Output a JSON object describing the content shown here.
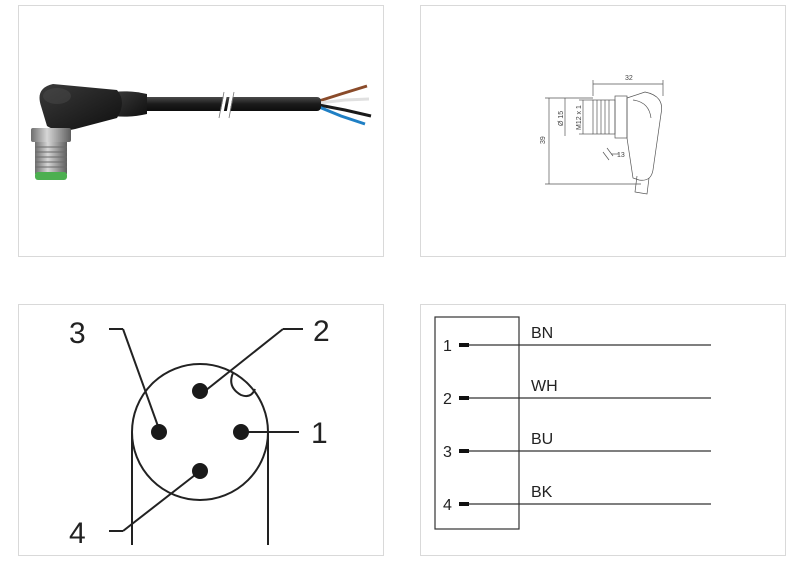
{
  "photo": {
    "wire_colors": [
      "#8a4b2a",
      "#e8e8e8",
      "#1a1a1a",
      "#1f7fc4"
    ],
    "cable_color": "#1b1b1b",
    "thread_color": "#9a9a9a",
    "ring_color": "#4caf50"
  },
  "drawing": {
    "dim_width": "32",
    "dim_height": "39",
    "dim_diameter": "Ø 15",
    "dim_thread": "M12 x 1",
    "dim_wrench": "13"
  },
  "pinout": {
    "pins": [
      {
        "label": "1"
      },
      {
        "label": "2"
      },
      {
        "label": "3"
      },
      {
        "label": "4"
      }
    ]
  },
  "wiring": {
    "rows": [
      {
        "pin": "1",
        "color_code": "BN"
      },
      {
        "pin": "2",
        "color_code": "WH"
      },
      {
        "pin": "3",
        "color_code": "BU"
      },
      {
        "pin": "4",
        "color_code": "BK"
      }
    ]
  }
}
